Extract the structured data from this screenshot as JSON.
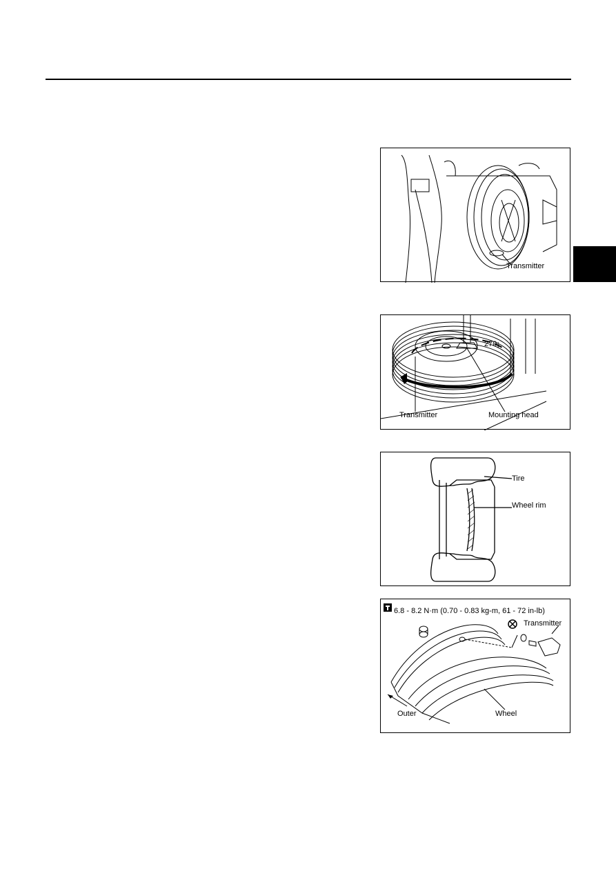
{
  "figures": {
    "fig1": {
      "transmitter_label": "Transmitter"
    },
    "fig2": {
      "transmitter_label": "Transmitter",
      "mounting_head_label": "Mounting head",
      "angle_label": "270¡"
    },
    "fig3": {
      "tire_label": "Tire",
      "wheel_rim_label": "Wheel rim"
    },
    "fig4": {
      "torque_spec": "6.8 - 8.2 N·m (0.70 - 0.83 kg-m, 61 - 72 in-lb)",
      "transmitter_label": "Transmitter",
      "wheel_label": "Wheel",
      "outer_label": "Outer",
      "icons": [
        "torque-wrench-icon",
        "do-not-reuse-icon"
      ]
    }
  }
}
